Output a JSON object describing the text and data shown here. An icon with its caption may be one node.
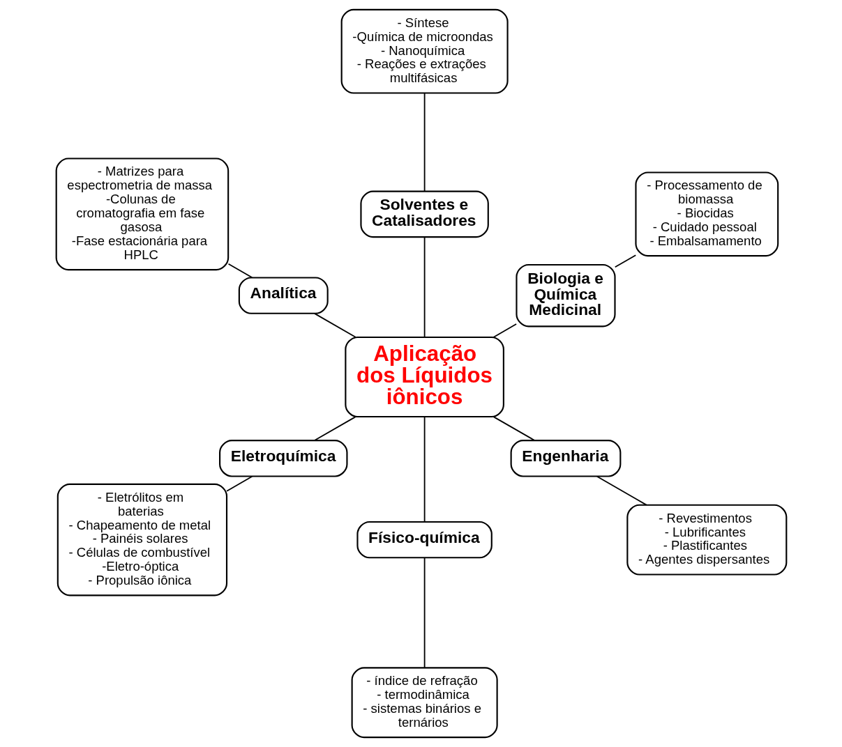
{
  "diagram": {
    "nodes": [
      {
        "text": [
          "Aplicação dos Líquidos iônicos"
        ]
      },
      {
        "text": [
          "Biologia e Química Medicinal"
        ]
      },
      {
        "text": [
          "- Processamento de biomassa",
          "- Biocidas",
          "- Cuidado pessoal",
          "- Embalsamamento"
        ]
      },
      {
        "text": [
          "Solventes e Catalisadores"
        ]
      },
      {
        "text": [
          "- Síntese",
          "-Química de microondas",
          "- Nanoquímica",
          "- Reações e extrações multifásicas"
        ]
      },
      {
        "text": [
          "Analítica"
        ]
      },
      {
        "text": [
          "- Matrizes para espectrometria de massa",
          "-Colunas de cromatografia em fase gasosa",
          "-Fase estacionária para HPLC"
        ]
      },
      {
        "text": [
          "Eletroquímica"
        ]
      },
      {
        "text": [
          "- Eletrólitos em baterias",
          "- Chapeamento de metal",
          "- Painéis solares",
          "- Células de combustível",
          "-Eletro-óptica",
          "- Propulsão iônica"
        ]
      },
      {
        "text": [
          "Físico-química"
        ]
      },
      {
        "text": [
          "- índice de refração",
          "- termodinâmica",
          "- sistemas binários e ternários"
        ]
      },
      {
        "text": [
          "Engenharia"
        ]
      },
      {
        "text": [
          "- Revestimentos",
          "- Lubrificantes",
          "- Plastificantes",
          "- Agentes dispersantes"
        ]
      }
    ],
    "edges": [
      {
        "from": 0,
        "to": 1,
        "arrow": "none"
      },
      {
        "from": 1,
        "to": 2,
        "arrow": "none"
      },
      {
        "from": 0,
        "to": 3,
        "arrow": "none"
      },
      {
        "from": 3,
        "to": 4,
        "arrow": "none"
      },
      {
        "from": 0,
        "to": 5,
        "arrow": "none"
      },
      {
        "from": 5,
        "to": 6,
        "arrow": "none"
      },
      {
        "from": 0,
        "to": 7,
        "arrow": "none"
      },
      {
        "from": 7,
        "to": 8,
        "arrow": "none"
      },
      {
        "from": 0,
        "to": 9,
        "arrow": "none"
      },
      {
        "from": 9,
        "to": 10,
        "arrow": "none"
      },
      {
        "from": 0,
        "to": 11,
        "arrow": "none"
      },
      {
        "from": 11,
        "to": 12,
        "arrow": "none"
      }
    ]
  }
}
